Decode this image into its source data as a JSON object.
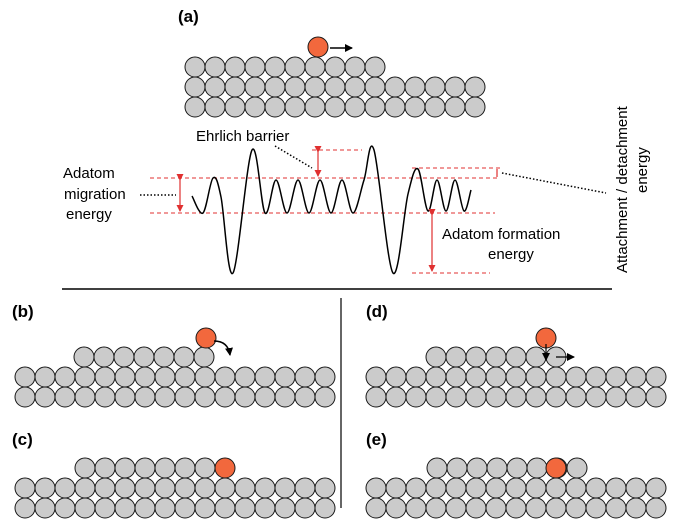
{
  "panels": {
    "a": "(a)",
    "b": "(b)",
    "c": "(c)",
    "d": "(d)",
    "e": "(e)"
  },
  "labels": {
    "ehrlich_barrier": "Ehrlich barrier",
    "adatom_migration": [
      "Adatom",
      "migration",
      "energy"
    ],
    "adatom_formation": [
      "Adatom formation",
      "energy"
    ],
    "attachment_detachment": [
      "Attachment / detachment",
      "energy"
    ]
  },
  "colors": {
    "atom": "#cbcbcb",
    "adatom": "#f2683d",
    "guide": "#e03030"
  }
}
